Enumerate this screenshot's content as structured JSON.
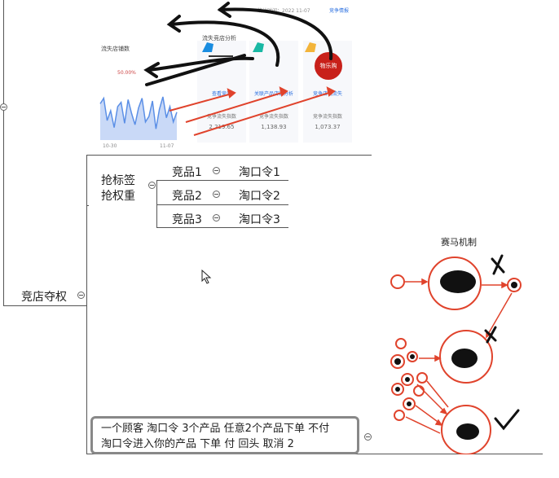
{
  "screenshot": {
    "top_right_text": "统计时间：2022 11-07",
    "top_right_link": "竞争情报",
    "panel_title": "流失竞店分析",
    "left_label": "流失店铺数",
    "left_value": "50.00%",
    "chart_x_start": "10-30",
    "chart_x_end": "11-07",
    "chart_series": [
      26,
      30,
      14,
      21,
      9,
      24,
      27,
      12,
      29,
      19,
      11,
      23,
      30,
      13,
      17,
      28,
      8,
      22,
      31,
      16,
      24,
      13,
      20
    ],
    "cards": [
      {
        "name": "",
        "link": "查看竞店",
        "stat_label": "竞争流失指数",
        "stat_value": "2,219.65",
        "color": "#1a8de0"
      },
      {
        "name": "",
        "link": "关联产品店铺分析",
        "stat_label": "竞争流失指数",
        "stat_value": "1,138.93",
        "color": "#19b8a4"
      },
      {
        "name": "物乐购",
        "link": "竞争店铺流失",
        "stat_label": "竞争流失指数",
        "stat_value": "1,073.37",
        "color": "#f3b43a"
      }
    ]
  },
  "mindmap": {
    "root_label": "竞店夺权",
    "branch_label_line1": "抢标签",
    "branch_label_line2": "抢权重",
    "rows": [
      {
        "product": "竞品1",
        "token": "淘口令1"
      },
      {
        "product": "竞品2",
        "token": "淘口令2"
      },
      {
        "product": "竞品3",
        "token": "淘口令3"
      }
    ],
    "note_line1": "一个顾客 淘口令  3个产品  任意2个产品下单  不付",
    "note_line2": "淘口令进入你的产品  下单  付    回头  取消  2"
  },
  "race": {
    "title": "赛马机制"
  },
  "colors": {
    "accent_red": "#e0432c",
    "chart_blue": "#5b8fe6",
    "line_gray": "#555555"
  }
}
